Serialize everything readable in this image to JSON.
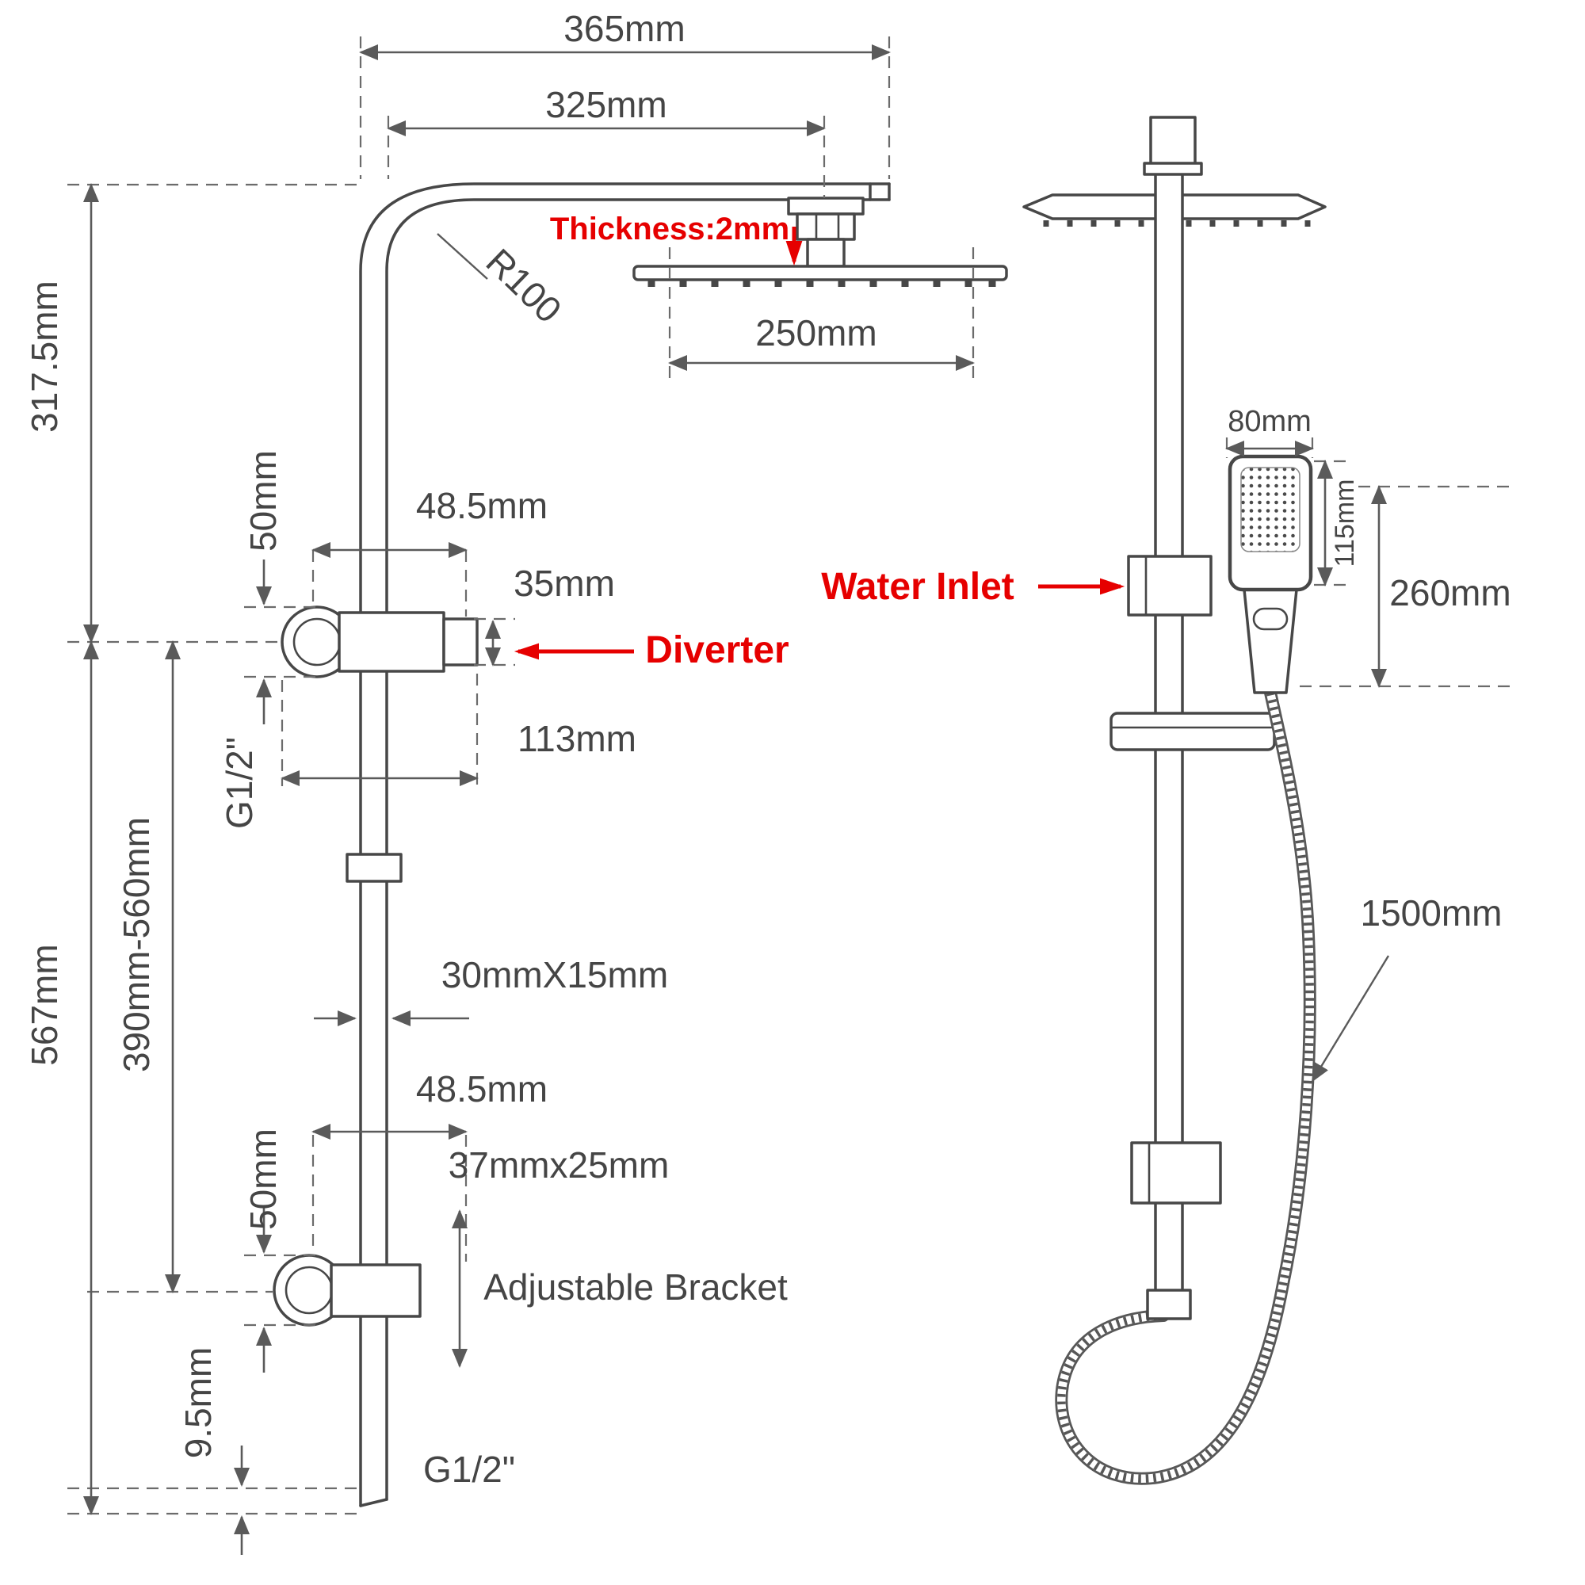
{
  "colors": {
    "drawing_line": "#474747",
    "dimension_line": "#5a5a5a",
    "label_text": "#454545",
    "annotation_red": "#e60000",
    "background": "#ffffff"
  },
  "left": {
    "dim_365": "365mm",
    "dim_325": "325mm",
    "thickness": "Thickness:2mm",
    "dim_250": "250mm",
    "radius": "R100",
    "dim_317_5": "317.5mm",
    "dim_50_top": "50mm",
    "dim_48_5_top": "48.5mm",
    "dim_35": "35mm",
    "diverter": "Diverter",
    "dim_113": "113mm",
    "thread_top": "G1/2\"",
    "dim_567": "567mm",
    "dim_390_560": "390mm-560mm",
    "dim_30x15": "30mmX15mm",
    "dim_48_5_bottom": "48.5mm",
    "dim_50_bottom": "50mm",
    "dim_37x25": "37mmx25mm",
    "adjustable_bracket": "Adjustable Bracket",
    "dim_9_5": "9.5mm",
    "thread_bottom": "G1/2\""
  },
  "right": {
    "water_inlet": "Water Inlet",
    "dim_80": "80mm",
    "dim_115": "115mm",
    "dim_260": "260mm",
    "dim_1500": "1500mm"
  }
}
